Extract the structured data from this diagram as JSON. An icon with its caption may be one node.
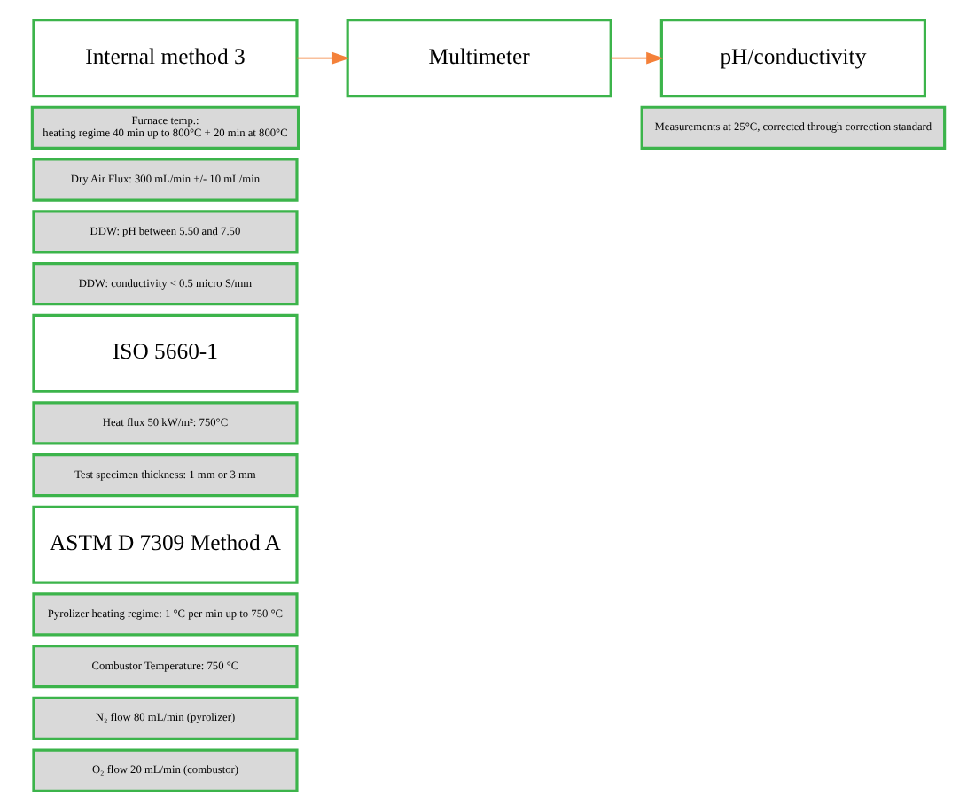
{
  "diagram": {
    "nodes": [
      {
        "text": [
          "Internal method 3"
        ]
      },
      {
        "text": [
          "Furnace temp.:",
          "heating regime 40 min up to 800°C + 20 min at 800°C"
        ]
      },
      {
        "text": [
          "Dry Air Flux: 300 mL/min +/- 10 mL/min"
        ]
      },
      {
        "text": [
          "DDW: pH between 5.50 and 7.50"
        ]
      },
      {
        "text": [
          "DDW: conductivity < 0.5 micro S/mm"
        ]
      },
      {
        "text": [
          "Multimeter"
        ]
      },
      {
        "text": [
          "pH/conductivity"
        ]
      },
      {
        "text": [
          "Measurements at 25°C, corrected through correction standard"
        ]
      },
      {
        "text": [
          "ISO 5660-1"
        ]
      },
      {
        "text": [
          "Heat flux 50 kW/m²: 750°C"
        ]
      },
      {
        "text": [
          "Test specimen thickness: 1 mm or 3 mm"
        ]
      },
      {
        "text": [
          "ASTM D 7309 Method A"
        ]
      },
      {
        "text": [
          "Pyrolizer heating regime: 1 °C per min up to 750 °C"
        ]
      },
      {
        "text": [
          "Combustor Temperature: 750 °C"
        ]
      },
      {
        "text": [
          "N₂ flow 80 mL/min (pyrolizer)"
        ]
      },
      {
        "text": [
          "O₂ flow 20 mL/min (combustor)"
        ]
      }
    ],
    "edges": [
      {
        "from": 0,
        "to": 5,
        "arrow": "to"
      },
      {
        "from": 5,
        "to": 6,
        "arrow": "to"
      }
    ]
  }
}
